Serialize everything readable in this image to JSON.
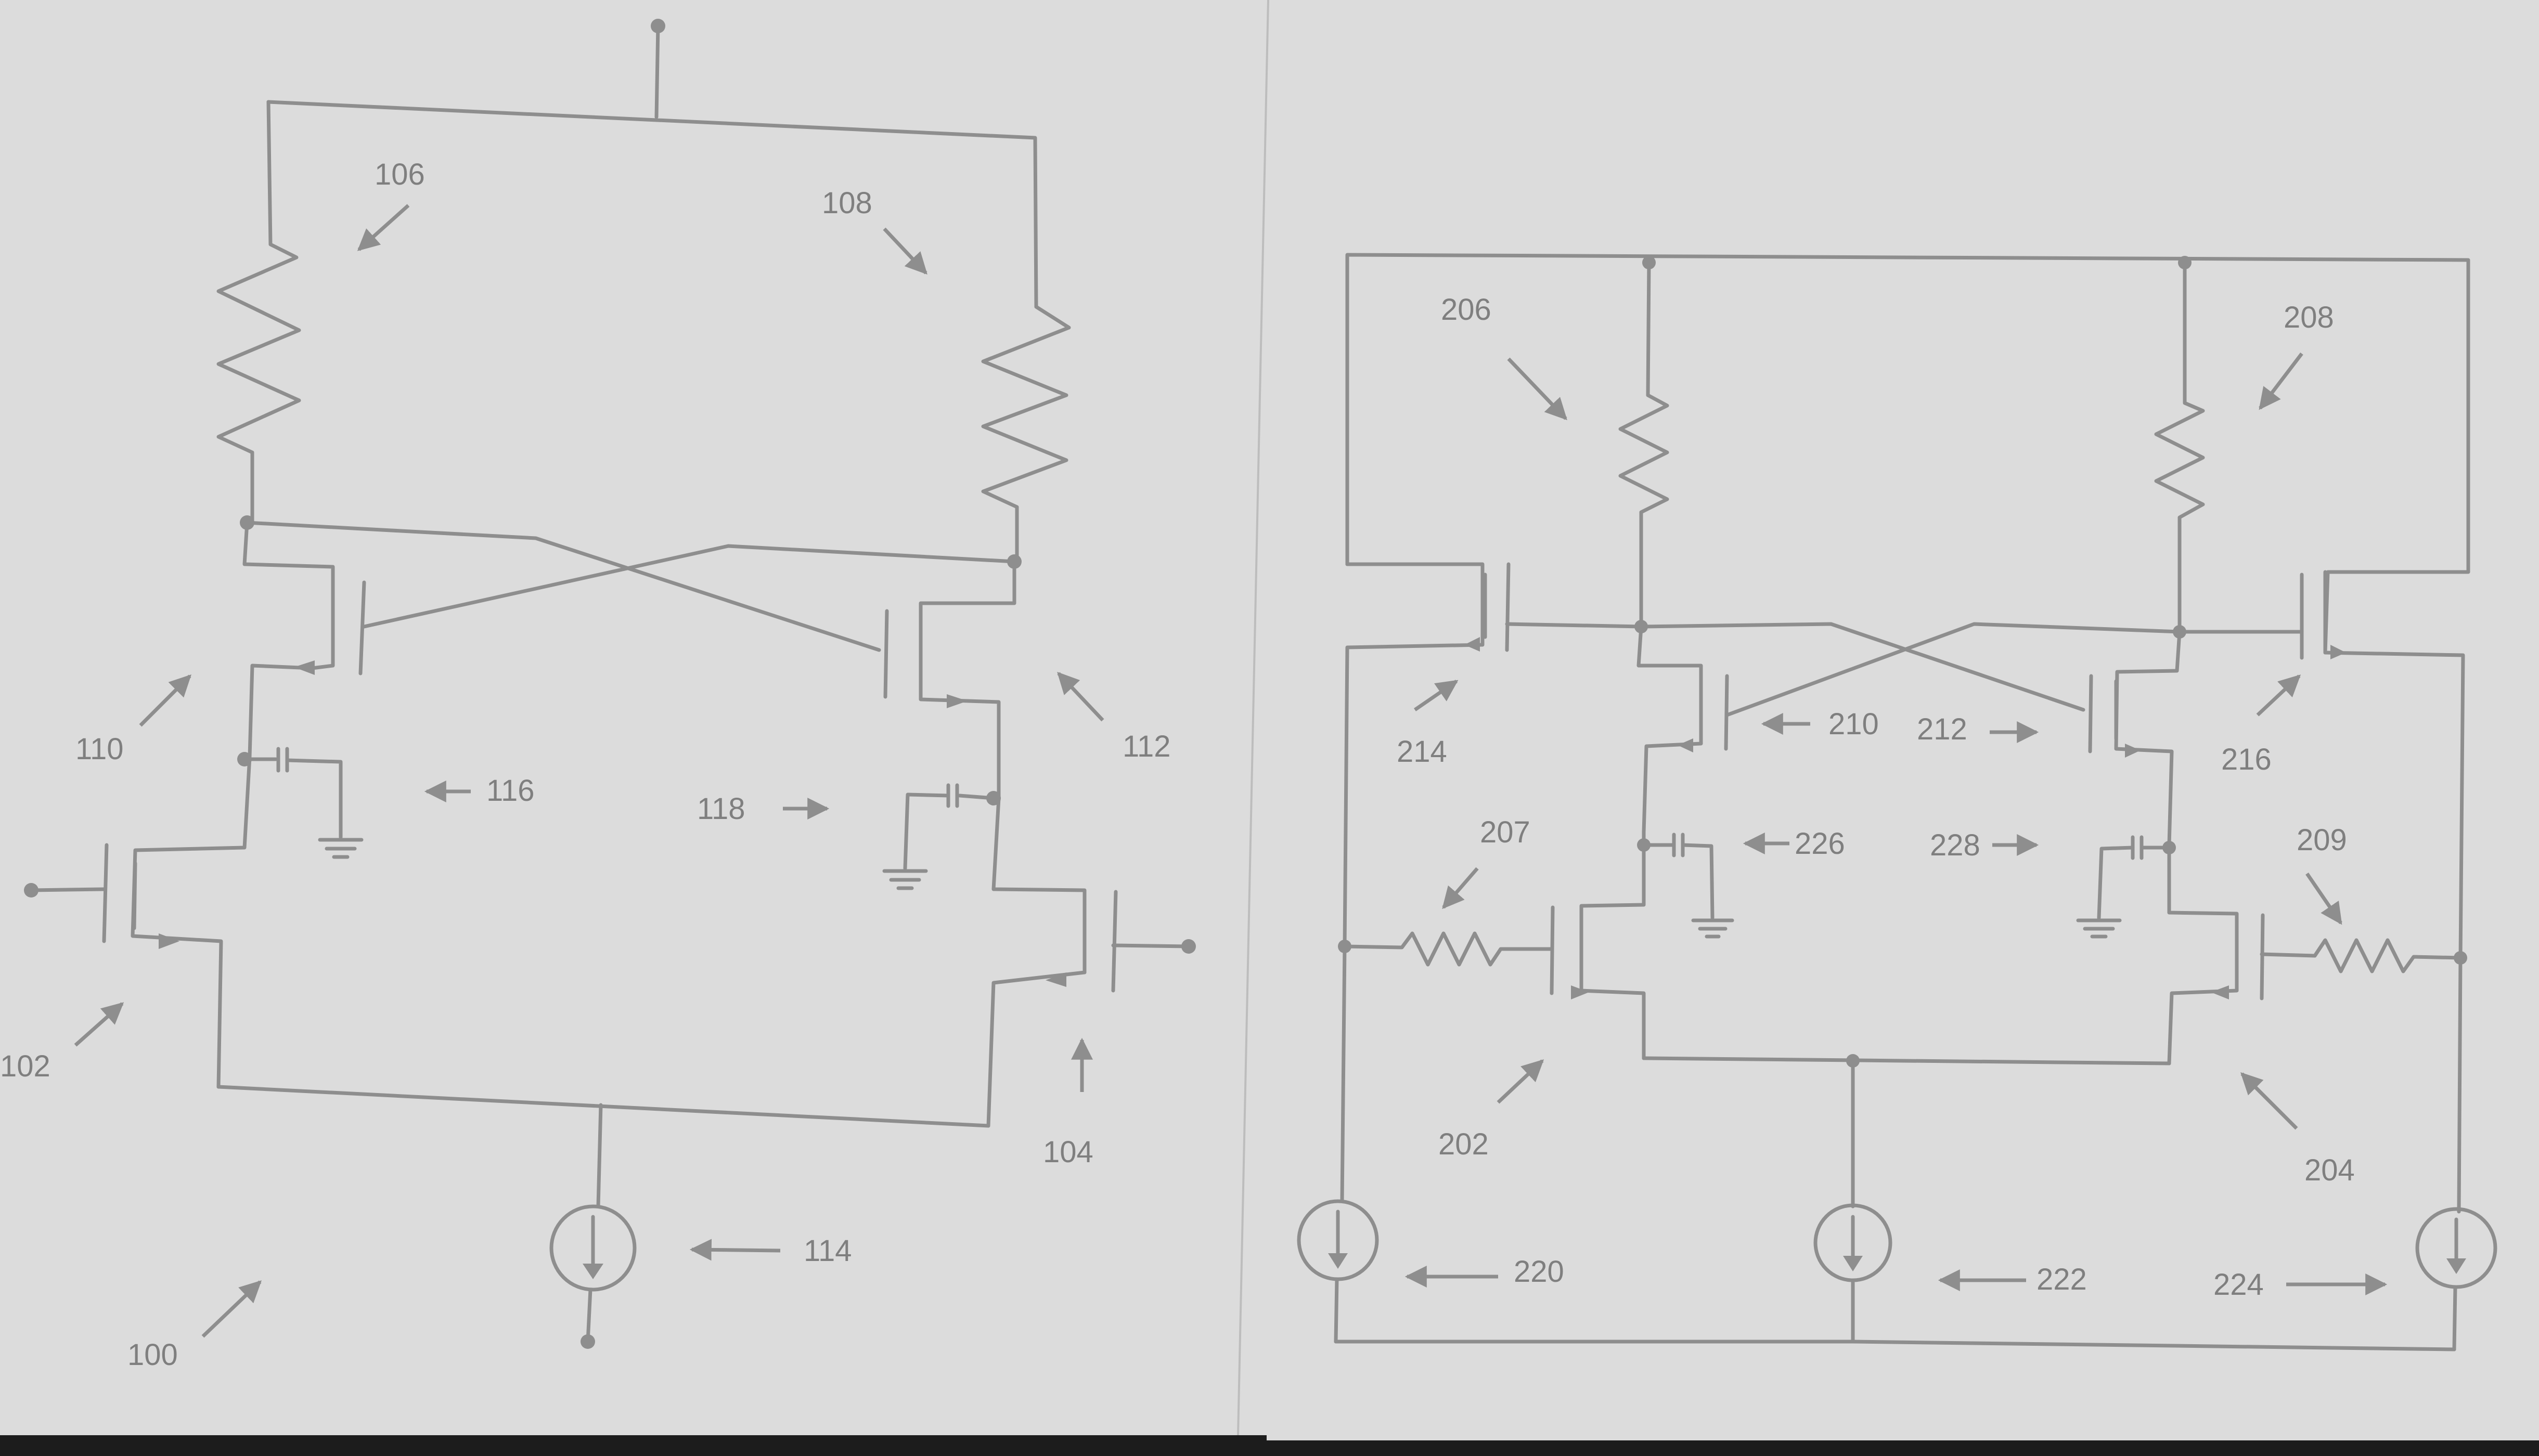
{
  "colors": {
    "page": "#dcdcdc",
    "line": "#8e8e8e",
    "label": "#7f7f7f",
    "background": "#1c1c1c"
  },
  "figure1": {
    "labels": {
      "ref_100": "100",
      "ref_102": "102",
      "ref_104": "104",
      "ref_106": "106",
      "ref_108": "108",
      "ref_110": "110",
      "ref_112": "112",
      "ref_114": "114",
      "ref_116": "116",
      "ref_118": "118"
    }
  },
  "figure2": {
    "labels": {
      "ref_202": "202",
      "ref_204": "204",
      "ref_206": "206",
      "ref_207": "207",
      "ref_208": "208",
      "ref_209": "209",
      "ref_210": "210",
      "ref_212": "212",
      "ref_214": "214",
      "ref_216": "216",
      "ref_220": "220",
      "ref_222": "222",
      "ref_224": "224",
      "ref_226": "226",
      "ref_228": "228"
    }
  }
}
